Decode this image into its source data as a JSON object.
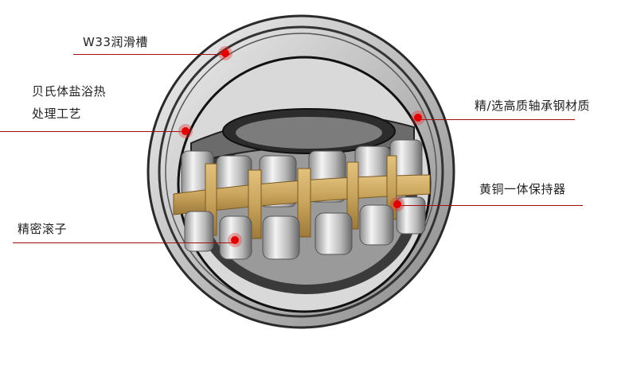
{
  "product": "spherical-roller-bearing",
  "callouts": [
    {
      "id": "lubrication-groove",
      "text": "W33润滑槽"
    },
    {
      "id": "heat-treatment",
      "lines": [
        "贝氏体盐浴热",
        "处理工艺"
      ]
    },
    {
      "id": "material",
      "text": "精/选高质轴承钢材质"
    },
    {
      "id": "cage",
      "text": "黄铜一体保持器"
    },
    {
      "id": "rollers",
      "text": "精密滚子"
    }
  ],
  "colors": {
    "accent": "#e00000",
    "leader_line": "#a01010",
    "brass": "#c9a45c",
    "steel": "#c8c8c8"
  }
}
